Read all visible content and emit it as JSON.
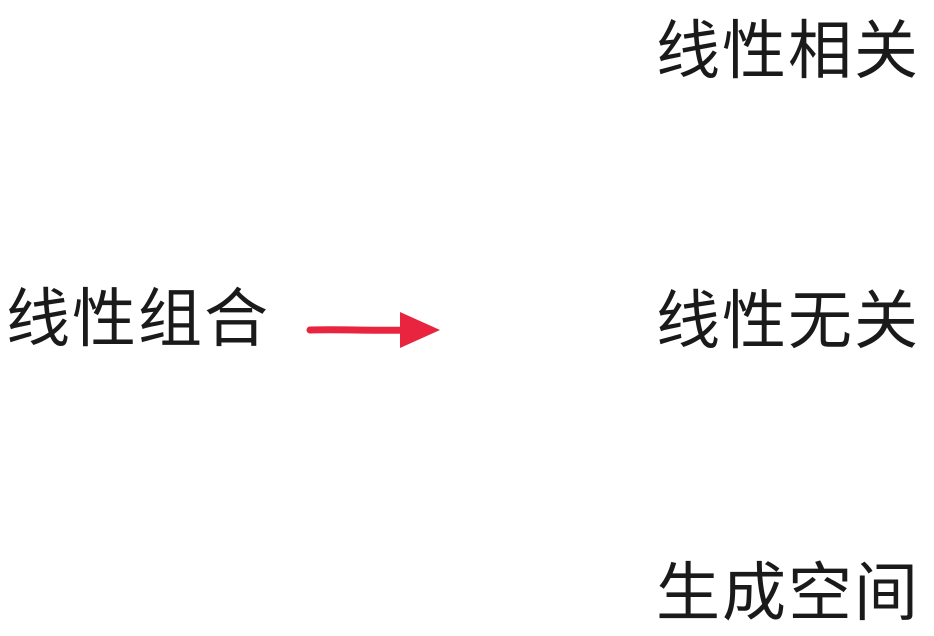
{
  "diagram": {
    "source": {
      "label": "线性组合"
    },
    "targets": [
      {
        "label": "线性相关"
      },
      {
        "label": "线性无关"
      },
      {
        "label": "生成空间"
      }
    ],
    "arrow": {
      "color": "#e8243f"
    }
  }
}
